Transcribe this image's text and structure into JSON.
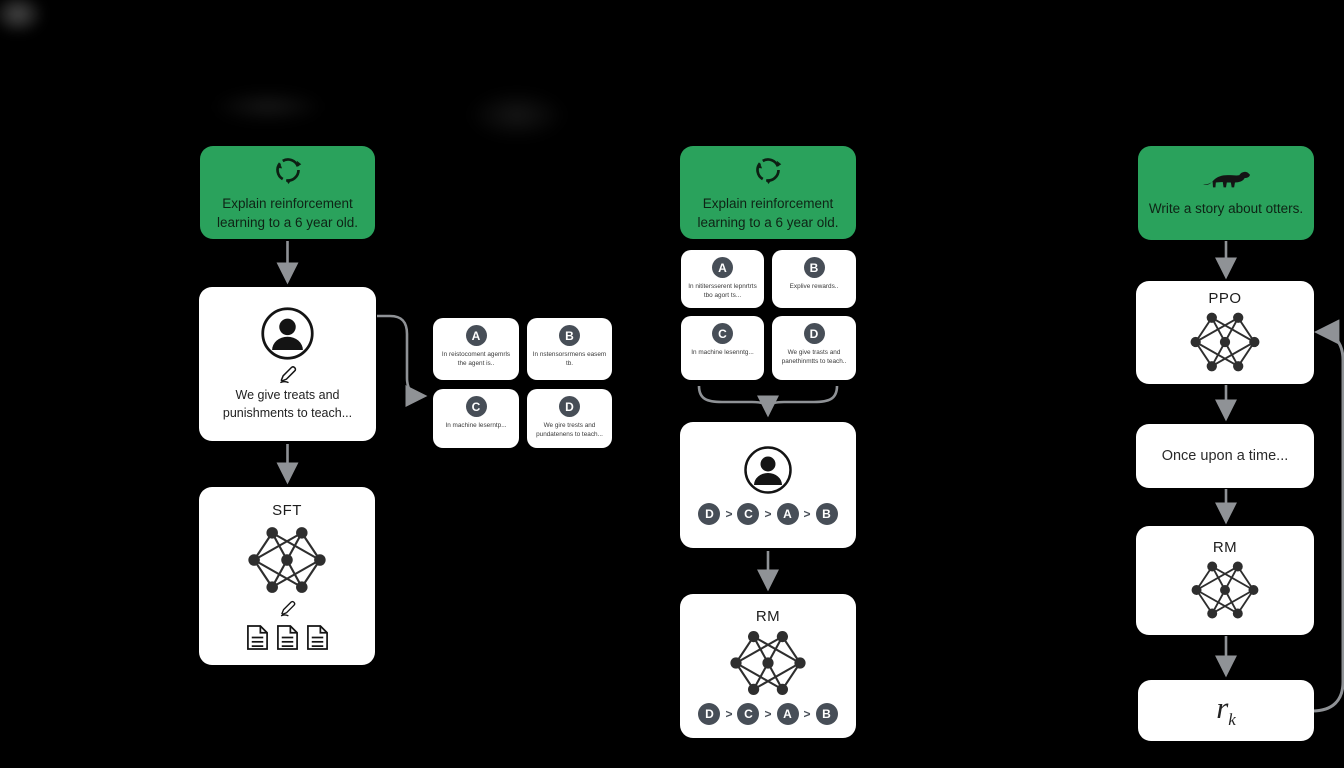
{
  "colors": {
    "green": "#2aa25c",
    "chip": "#474e57",
    "arrow": "#8f9296",
    "card": "#ffffff",
    "ink": "#141414"
  },
  "icons": {
    "cycle-arrows": "circular refresh arrows glyph",
    "otter": "otter silhouette glyph",
    "person": "user bust inside circle",
    "pencil": "pencil glyph",
    "documents": "three document pages",
    "neural-net": "seven-node neural network"
  },
  "sft_column": {
    "prompt": "Explain reinforcement learning to a 6 year old.",
    "labeler_caption": "We give treats and punishments to teach...",
    "model_label": "SFT",
    "options": [
      {
        "letter": "A",
        "text": "In reistocoment agemrls the agent is.."
      },
      {
        "letter": "B",
        "text": "In nstensorsrmens easem tb."
      },
      {
        "letter": "C",
        "text": "In machine leserntp..."
      },
      {
        "letter": "D",
        "text": "We gire trests and pundatenens to teach..."
      }
    ]
  },
  "rm_column": {
    "prompt": "Explain reinforcement learning to a 6 year old.",
    "options": [
      {
        "letter": "A",
        "text": "In nititersserent lepnrtrts tbo agort ts..."
      },
      {
        "letter": "B",
        "text": "Explive rewards.."
      },
      {
        "letter": "C",
        "text": "In machine lesenntg..."
      },
      {
        "letter": "D",
        "text": "We give trasts and panethinmtts to teach.."
      }
    ],
    "ranking": [
      "D",
      "C",
      "A",
      "B"
    ],
    "rank_sep": ">",
    "model_label": "RM"
  },
  "ppo_column": {
    "prompt": "Write a story about otters.",
    "policy_label": "PPO",
    "sample_text": "Once upon a time...",
    "reward_model_label": "RM",
    "reward_symbol": "r",
    "reward_subscript": "k"
  }
}
